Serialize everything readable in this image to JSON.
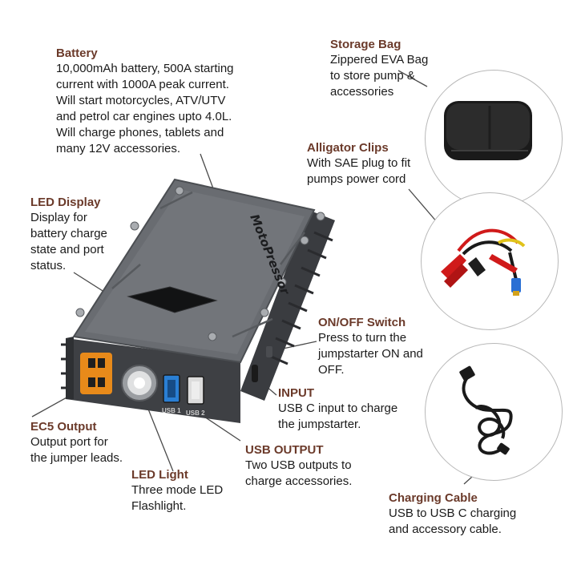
{
  "callouts": {
    "battery": {
      "title": "Battery",
      "desc": "10,000mAh battery, 500A starting\ncurrent with 1000A peak current.\nWill start motorcycles, ATV/UTV\nand petrol car engines upto 4.0L.\nWill charge phones, tablets and\nmany 12V accessories."
    },
    "storage_bag": {
      "title": "Storage Bag",
      "desc": "Zippered EVA Bag\nto store pump &\naccessories"
    },
    "alligator_clips": {
      "title": "Alligator Clips",
      "desc": "With SAE plug to fit\npumps power cord"
    },
    "led_display": {
      "title": "LED Display",
      "desc": "Display for\nbattery charge\nstate and port\nstatus."
    },
    "onoff_switch": {
      "title": "ON/OFF Switch",
      "desc": "Press to turn the\njumpstarter ON and\nOFF."
    },
    "input": {
      "title": "INPUT",
      "desc": "USB C input to charge\nthe jumpstarter."
    },
    "ec5_output": {
      "title": "EC5 Output",
      "desc": "Output port for\nthe jumper leads."
    },
    "usb_output": {
      "title": "USB OUTPUT",
      "desc": "Two USB outputs to\ncharge accessories."
    },
    "led_light": {
      "title": "LED Light",
      "desc": "Three mode LED\nFlashlight."
    },
    "charging_cable": {
      "title": "Charging Cable",
      "desc": "USB to USB C charging\nand accessory cable."
    }
  },
  "device": {
    "brand_logo": "MotoPressor",
    "usb1_label": "USB 1",
    "usb2_label": "USB 2"
  },
  "colors": {
    "title": "#6b3a2a",
    "text": "#1a1a1a",
    "device_body": "#5c5f63",
    "device_top": "#6e7176",
    "accent_orange": "#e88a1a",
    "usb_blue": "#2a7fd4"
  }
}
